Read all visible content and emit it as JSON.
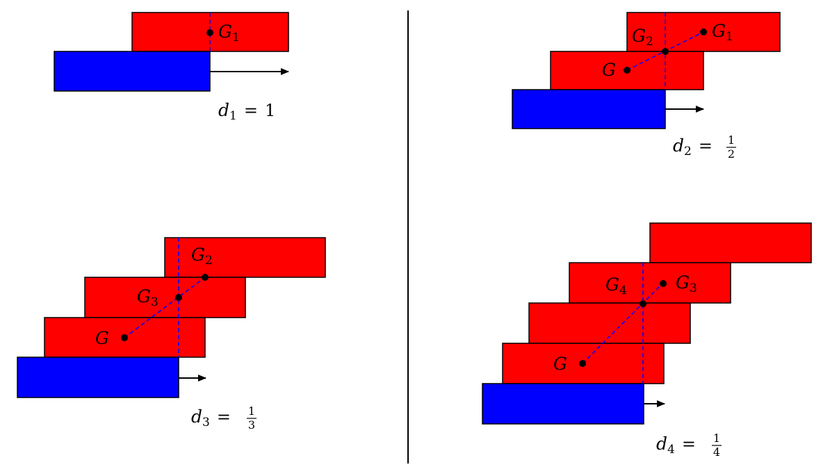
{
  "colors": {
    "top_block": "#ff0000",
    "bottom_block": "#0000ff",
    "outline": "#000000",
    "dashed": "#0000ff",
    "point": "#000000"
  },
  "panels": [
    {
      "name": "d1",
      "labels": {
        "G1": {
          "var": "G",
          "sub": "1"
        }
      },
      "equation": {
        "var": "d",
        "sub": "1",
        "op": "=",
        "value": "1"
      }
    },
    {
      "name": "d2",
      "labels": {
        "G": {
          "var": "G",
          "sub": ""
        },
        "G1": {
          "var": "G",
          "sub": "1"
        },
        "G2": {
          "var": "G",
          "sub": "2"
        }
      },
      "equation": {
        "var": "d",
        "sub": "2",
        "op": "=",
        "num": "1",
        "den": "2"
      }
    },
    {
      "name": "d3",
      "labels": {
        "G": {
          "var": "G",
          "sub": ""
        },
        "G2": {
          "var": "G",
          "sub": "2"
        },
        "G3": {
          "var": "G",
          "sub": "3"
        }
      },
      "equation": {
        "var": "d",
        "sub": "3",
        "op": "=",
        "num": "1",
        "den": "3"
      }
    },
    {
      "name": "d4",
      "labels": {
        "G": {
          "var": "G",
          "sub": ""
        },
        "G3": {
          "var": "G",
          "sub": "3"
        },
        "G4": {
          "var": "G",
          "sub": "4"
        }
      },
      "equation": {
        "var": "d",
        "sub": "4",
        "op": "=",
        "num": "1",
        "den": "4"
      }
    }
  ]
}
